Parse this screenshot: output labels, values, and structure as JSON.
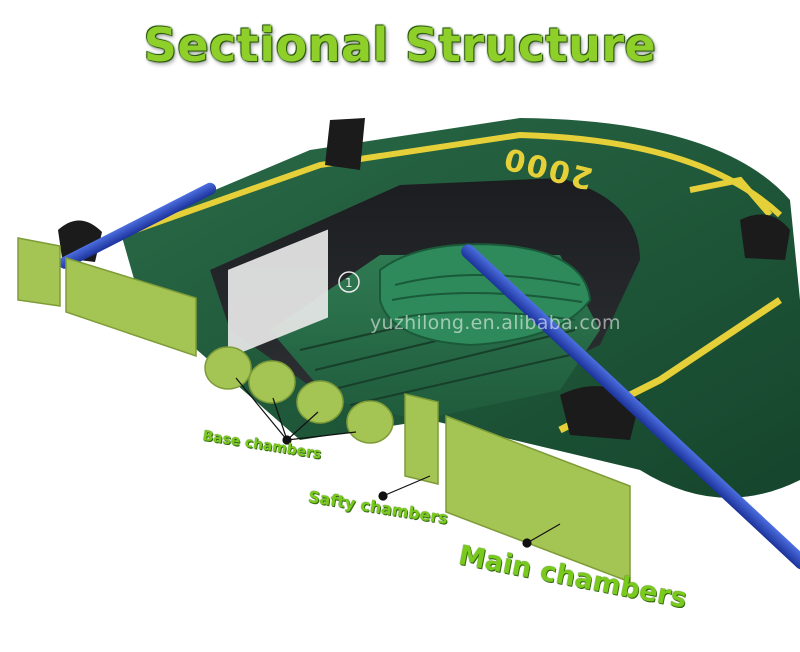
{
  "title": "Sectional Structure",
  "labels": {
    "base": "Base chambers",
    "safty": "Safty chambers",
    "main": "Main chambers"
  },
  "boat_model": "2000",
  "chamber_number": "1",
  "watermark": "yuzhilong.en.alibaba.com",
  "colors": {
    "title_green": "#8fcf2a",
    "chamber_green": "#a4c454",
    "hull_green": "#1f5a3a",
    "stripe_yellow": "#e6d03a",
    "oar_blue": "#2747b8"
  }
}
